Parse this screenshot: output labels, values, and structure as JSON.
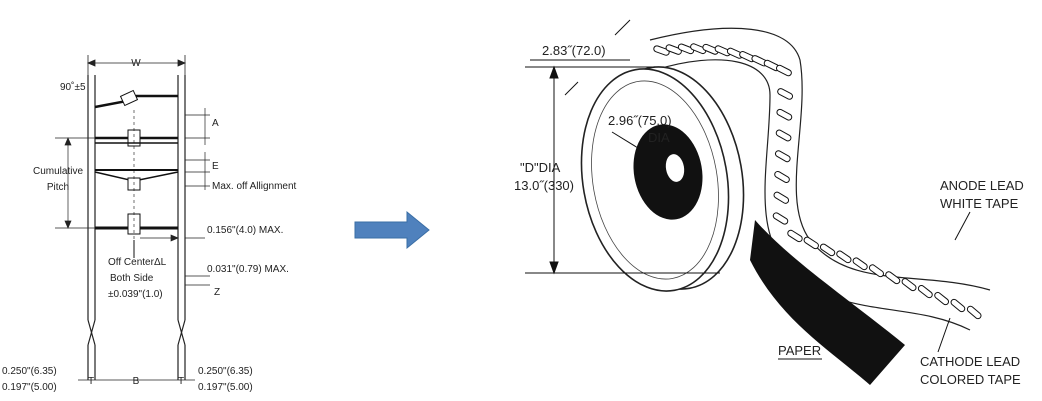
{
  "left": {
    "w": "W",
    "angle": "90˚±5",
    "a": "A",
    "e": "E",
    "cumulative1": "Cumulative",
    "cumulative2": "Pitch",
    "max_off": "Max. off Allignment",
    "max156": "0.156\"(4.0) MAX.",
    "offcenter": "Off CenterΔL",
    "bothside": "Both Side",
    "pm039": "±0.039\"(1.0)",
    "max031": "0.031\"(0.79) MAX.",
    "z": "Z",
    "t": "T",
    "b": "B",
    "dim250": "0.250\"(6.35)",
    "dim197": "0.197\"(5.00)"
  },
  "right": {
    "dim283": "2.83˝(72.0)",
    "dim296": "2.96˝(75.0)",
    "dia": "DIA",
    "ddia": "\"D\"DIA",
    "dim130": "13.0˝(330)",
    "anode1": "ANODE LEAD",
    "anode2": "WHITE TAPE",
    "paper": "PAPER",
    "cathode1": "CATHODE LEAD",
    "cathode2": "COLORED TAPE"
  },
  "colors": {
    "arrow": "#4f81bd",
    "line": "#222222"
  }
}
